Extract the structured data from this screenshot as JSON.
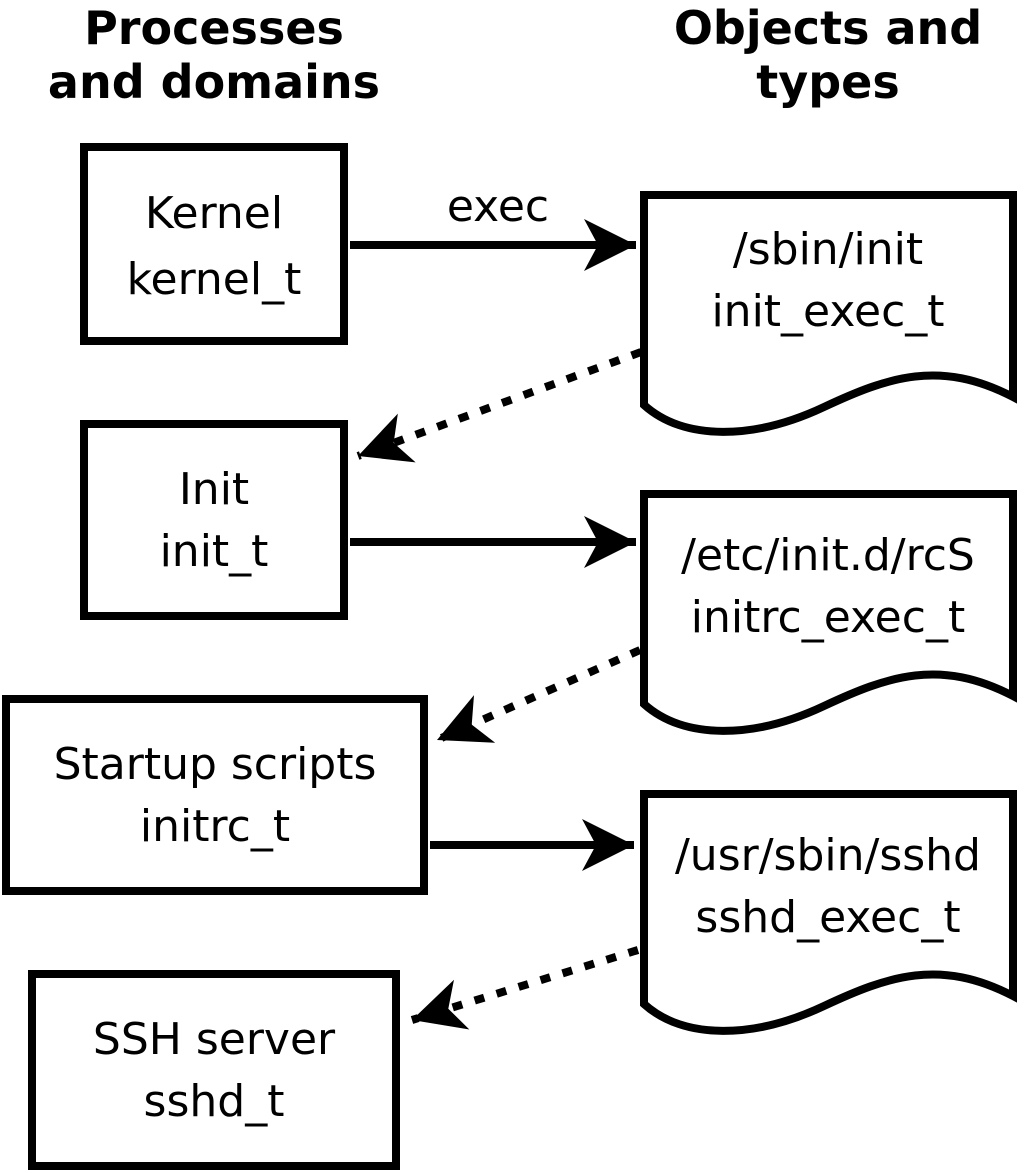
{
  "diagram": {
    "title_left": {
      "line1": "Processes",
      "line2": "and domains"
    },
    "title_right": {
      "line1": "Objects and",
      "line2": "types"
    },
    "processes": [
      {
        "name": "Kernel",
        "domain": "kernel_t"
      },
      {
        "name": "Init",
        "domain": "init_t"
      },
      {
        "name": "Startup scripts",
        "domain": "initrc_t"
      },
      {
        "name": "SSH server",
        "domain": "sshd_t"
      }
    ],
    "objects": [
      {
        "path": "/sbin/init",
        "type": "init_exec_t"
      },
      {
        "path": "/etc/init.d/rcS",
        "type": "initrc_exec_t"
      },
      {
        "path": "/usr/sbin/sshd",
        "type": "sshd_exec_t"
      }
    ],
    "edge_labels": {
      "exec": "exec"
    },
    "colors": {
      "line": "#000000",
      "background": "#ffffff"
    }
  }
}
